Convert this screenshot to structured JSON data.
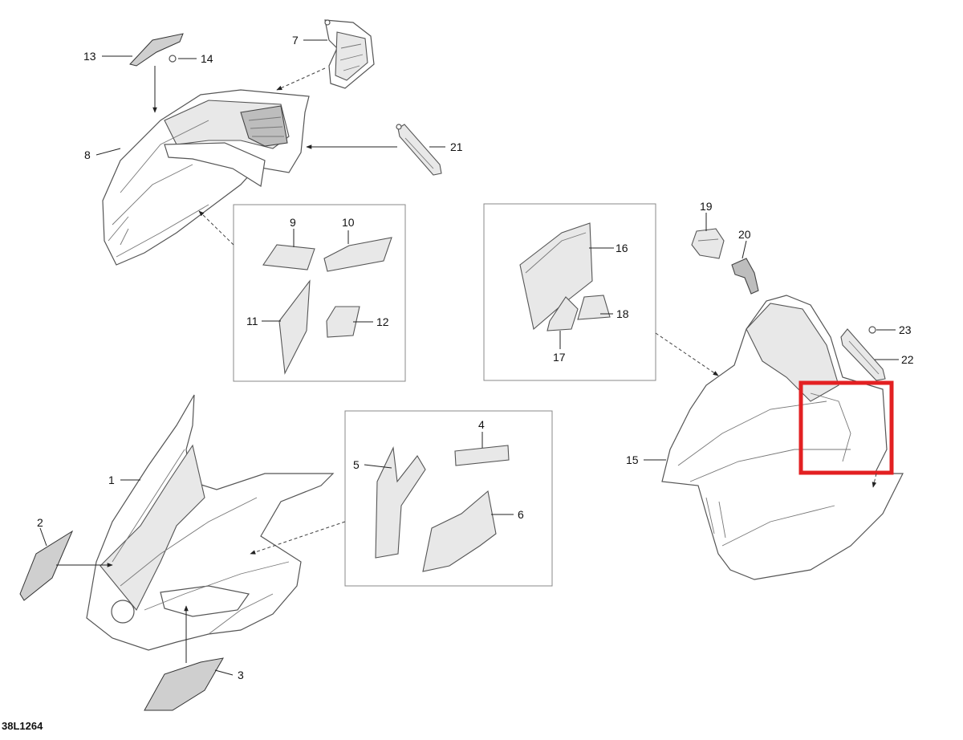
{
  "diagram": {
    "reference_code": "38L1264",
    "highlight_color": "#e32022",
    "callouts": [
      {
        "id": "c1",
        "label": "1"
      },
      {
        "id": "c2",
        "label": "2"
      },
      {
        "id": "c3",
        "label": "3"
      },
      {
        "id": "c4",
        "label": "4"
      },
      {
        "id": "c5",
        "label": "5"
      },
      {
        "id": "c6",
        "label": "6"
      },
      {
        "id": "c7",
        "label": "7"
      },
      {
        "id": "c8",
        "label": "8"
      },
      {
        "id": "c9",
        "label": "9"
      },
      {
        "id": "c10",
        "label": "10"
      },
      {
        "id": "c11",
        "label": "11"
      },
      {
        "id": "c12",
        "label": "12"
      },
      {
        "id": "c13",
        "label": "13"
      },
      {
        "id": "c14",
        "label": "14"
      },
      {
        "id": "c15",
        "label": "15"
      },
      {
        "id": "c16",
        "label": "16"
      },
      {
        "id": "c17",
        "label": "17"
      },
      {
        "id": "c18",
        "label": "18"
      },
      {
        "id": "c19",
        "label": "19"
      },
      {
        "id": "c20",
        "label": "20"
      },
      {
        "id": "c21",
        "label": "21"
      },
      {
        "id": "c22",
        "label": "22"
      },
      {
        "id": "c23",
        "label": "23"
      }
    ]
  }
}
